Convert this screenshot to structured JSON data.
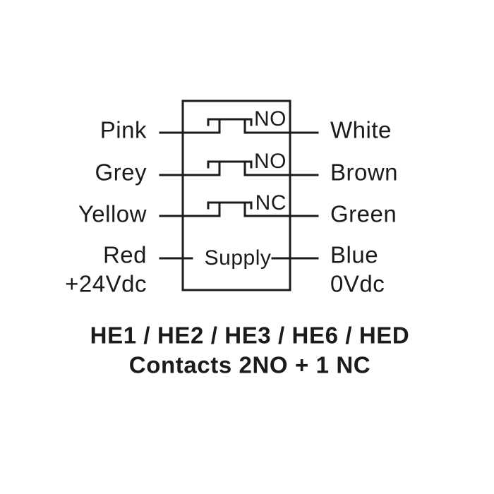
{
  "diagram": {
    "type": "sensor-wiring-diagram",
    "rows": [
      {
        "left_label": "Pink",
        "right_label": "White",
        "contact_label": "NO"
      },
      {
        "left_label": "Grey",
        "right_label": "Brown",
        "contact_label": "NO"
      },
      {
        "left_label": "Yellow",
        "right_label": "Green",
        "contact_label": "NC"
      },
      {
        "left_label": "Red",
        "left_voltage": "+24Vdc",
        "right_label": "Blue",
        "right_voltage": "0Vdc",
        "contact_label": "Supply"
      }
    ],
    "caption": {
      "line1": "HE1 / HE2 / HE3 / HE6 / HED",
      "line2": "Contacts 2NO + 1 NC"
    },
    "colors": {
      "ink": "#1b1b1b",
      "background": "#ffffff"
    }
  }
}
